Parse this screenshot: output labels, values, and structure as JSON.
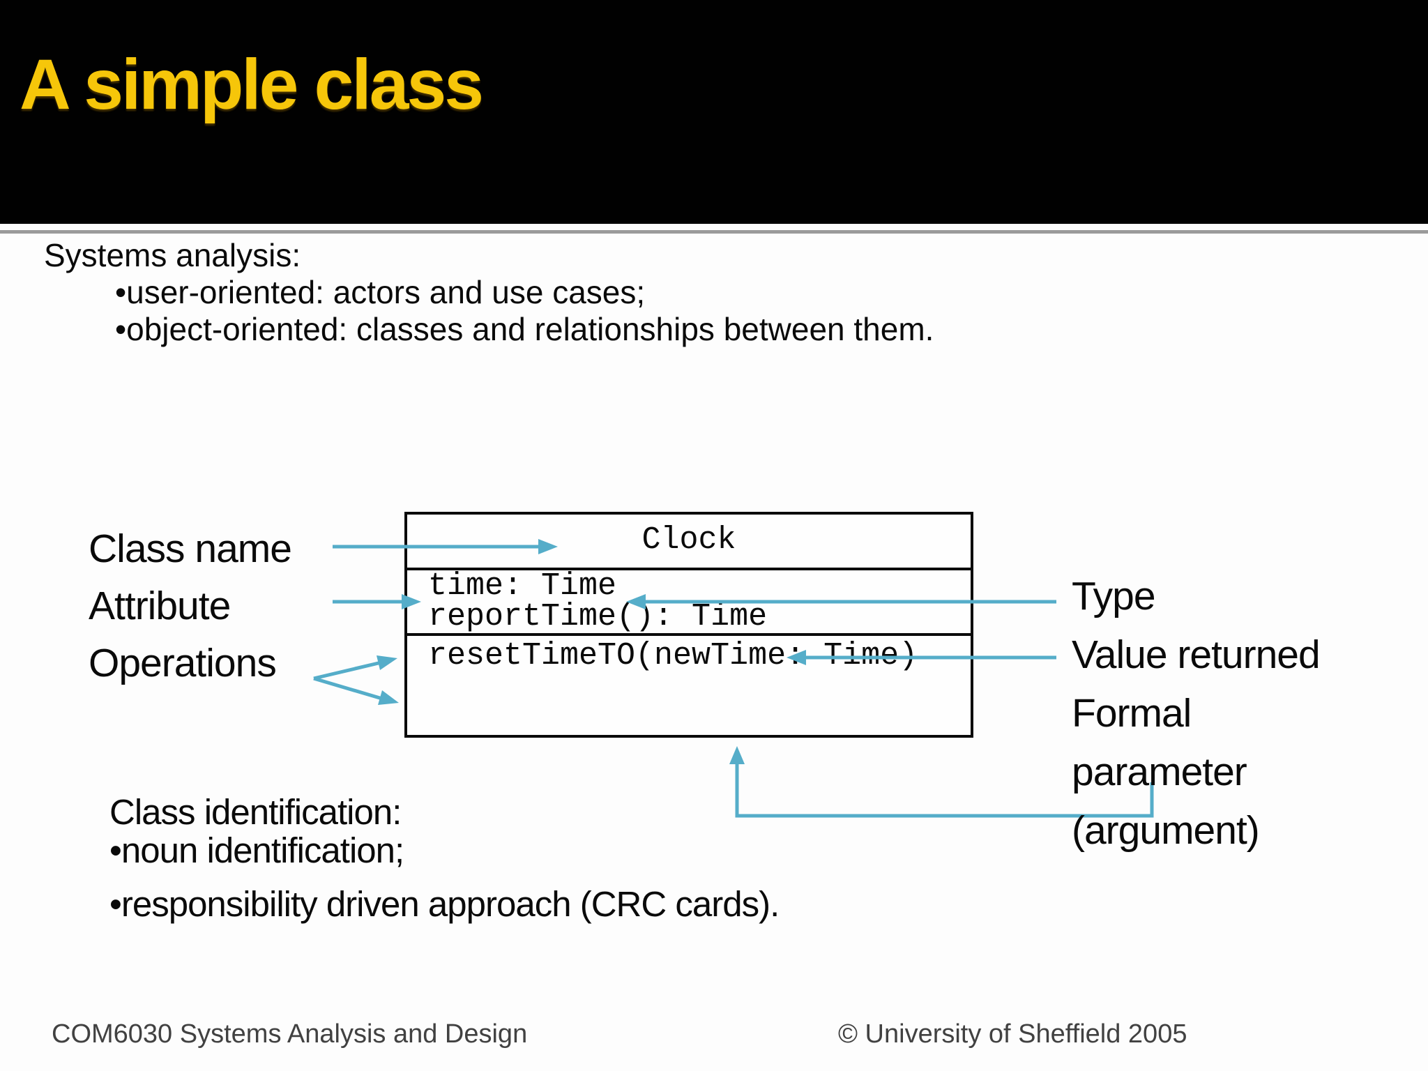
{
  "slide": {
    "title": "A simple class",
    "footer_left": "COM6030 Systems Analysis and Design",
    "footer_right": "© University of Sheffield 2005"
  },
  "intro": {
    "heading": "Systems analysis:",
    "bullet_glyph": "•",
    "items": [
      "user-oriented: actors and use cases;",
      "object-oriented: classes and relationships between them."
    ]
  },
  "uml": {
    "name": "Clock",
    "middle_lines": [
      "time: Time",
      "reportTime(): Time"
    ],
    "bottom_lines": [
      "resetTimeTO(newTime: Time)"
    ]
  },
  "labels_left": [
    "Class name",
    "Attribute",
    "Operations"
  ],
  "labels_right": [
    "Type",
    "Value returned",
    "Formal",
    "parameter",
    "(argument)"
  ],
  "identification": {
    "heading": "Class identification:",
    "bullet_glyph": "•",
    "items": [
      "noun identification;",
      "responsibility driven approach (CRC cards)."
    ]
  },
  "colors": {
    "accent_teal": "#55ADC9",
    "title_gold": "#F6C60A",
    "header_black": "#010101",
    "body_text": "#0A0A0A",
    "separator_gray": "#9B9B9B",
    "footer_gray": "#414141"
  }
}
